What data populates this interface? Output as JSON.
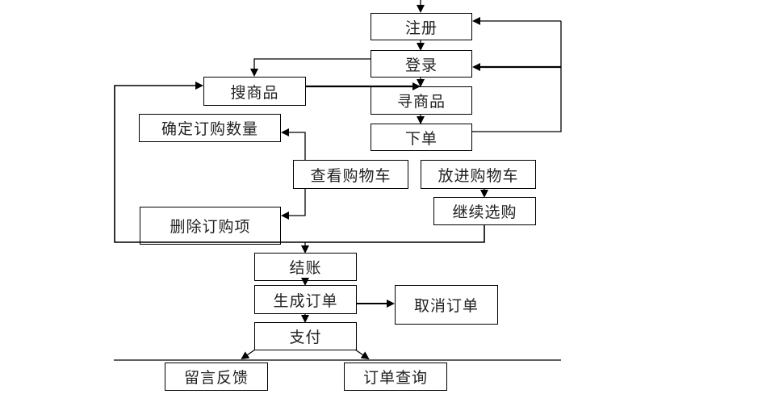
{
  "diagram": {
    "type": "flowchart",
    "nodes": [
      {
        "id": "register",
        "label": "注册"
      },
      {
        "id": "login",
        "label": "登录"
      },
      {
        "id": "find-goods",
        "label": "寻商品"
      },
      {
        "id": "place-order",
        "label": "下单"
      },
      {
        "id": "search-goods",
        "label": "搜商品"
      },
      {
        "id": "set-quantity",
        "label": "确定订购数量"
      },
      {
        "id": "view-cart",
        "label": "查看购物车"
      },
      {
        "id": "add-to-cart",
        "label": "放进购物车"
      },
      {
        "id": "continue-shopping",
        "label": "继续选购"
      },
      {
        "id": "delete-item",
        "label": "删除订购项"
      },
      {
        "id": "checkout",
        "label": "结账"
      },
      {
        "id": "generate-order",
        "label": "生成订单"
      },
      {
        "id": "cancel-order",
        "label": "取消订单"
      },
      {
        "id": "pay",
        "label": "支付"
      },
      {
        "id": "feedback",
        "label": "留言反馈"
      },
      {
        "id": "order-query",
        "label": "订单查询"
      }
    ],
    "edges": [
      {
        "from": "start",
        "to": "register"
      },
      {
        "from": "register",
        "to": "login"
      },
      {
        "from": "login",
        "to": "find-goods"
      },
      {
        "from": "find-goods",
        "to": "place-order"
      },
      {
        "from": "place-order",
        "to": "register"
      },
      {
        "from": "place-order",
        "to": "login"
      },
      {
        "from": "login",
        "to": "search-goods"
      },
      {
        "from": "search-goods",
        "to": "find-goods"
      },
      {
        "from": "view-cart",
        "to": "set-quantity"
      },
      {
        "from": "view-cart",
        "to": "delete-item"
      },
      {
        "from": "add-to-cart",
        "to": "continue-shopping"
      },
      {
        "from": "continue-shopping",
        "to": "search-goods"
      },
      {
        "from": "continue-shopping",
        "to": "checkout"
      },
      {
        "from": "checkout",
        "to": "generate-order"
      },
      {
        "from": "generate-order",
        "to": "cancel-order"
      },
      {
        "from": "generate-order",
        "to": "pay"
      },
      {
        "from": "pay",
        "to": "feedback"
      },
      {
        "from": "pay",
        "to": "order-query"
      }
    ]
  }
}
